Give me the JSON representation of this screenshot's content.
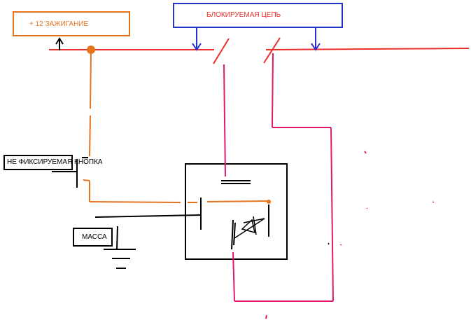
{
  "labels": {
    "ignition": "+ 12 ЗАЖИГАНИЕ",
    "blocked_circuit": "БЛОКИРУЕМАЯ ЦЕПЬ",
    "button": "НЕ ФИКСИРУЕМАЯ КНОПКА",
    "ground": "МАССА"
  },
  "colors": {
    "power": "#e8302a",
    "control": "#e8731e",
    "blocked": "#e0196f",
    "arrow": "#2433c9",
    "relay": "#000000"
  }
}
